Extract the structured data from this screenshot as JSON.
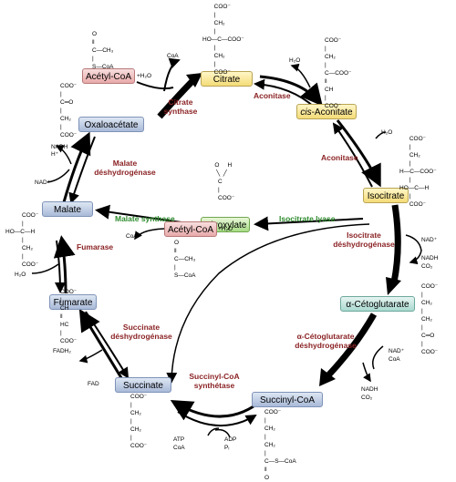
{
  "metabolites": {
    "citrate": "Citrate",
    "cis_aconitate_prefix": "cis",
    "cis_aconitate_suffix": "-Aconitate",
    "isocitrate": "Isocitrate",
    "alpha_ketoglutarate": "α-Cétoglutarate",
    "succinyl_coa": "Succinyl-CoA",
    "succinate": "Succinate",
    "fumarate": "Fumarate",
    "malate": "Malate",
    "oxaloacetate": "Oxaloacétate",
    "acetyl_coa_top": "Acétyl-CoA",
    "acetyl_coa_mid": "Acétyl-CoA",
    "glyoxylate": "Glyoxylate"
  },
  "enzymes": {
    "citrate_synthase": [
      "Citrate",
      "synthase"
    ],
    "aconitase_1": "Aconitase",
    "aconitase_2": "Aconitase",
    "isocitrate_dehydrogenase": [
      "Isocitrate",
      "déshydrogénase"
    ],
    "alpha_kg_dehydrogenase": [
      "α-Cétoglutarate",
      "déshydrogénase"
    ],
    "succinyl_coa_synthetase": [
      "Succinyl-CoA",
      "synthétase"
    ],
    "succinate_dehydrogenase": [
      "Succinate",
      "déshydrogénase"
    ],
    "fumarase": "Fumarase",
    "malate_dehydrogenase": [
      "Malate",
      "déshydrogénase"
    ],
    "isocitrate_lyase": "Isocitrate lyase",
    "malate_synthase": "Malate synthase"
  },
  "cofactors": {
    "h2o_acetyl_top": "+H₂O",
    "coa_top": "CoA",
    "h2o_aconitase_top": "H₂O",
    "h2o_aconitase_right": "H₂O",
    "nad_isocitrate": "NAD⁺",
    "nadh_isocitrate": "NADH",
    "co2_isocitrate": "CO₂",
    "nad_akg": "NAD⁺",
    "coa_akg": "CoA",
    "nadh_akg": "NADH",
    "co2_akg": "CO₂",
    "atp": "ATP",
    "coa_scs": "CoA",
    "adp": "ADP",
    "pi": "Pᵢ",
    "fadh2": "FADH₂",
    "fad": "FAD",
    "h2o_fumarase": "H₂O",
    "nadh_malate": "NADH",
    "h_malate": "H⁺",
    "nad_malate": "NAD⁺",
    "h2o_acetyl_mid": "+H₂O",
    "coa_mid": "CoA"
  },
  "structures": {
    "acetyl_coa_top": "     O\n     ‖\n     C—CH₃\n     |\n     S—CoA",
    "citrate": "       COO⁻\n       |\n       CH₂\n       |\nHO—C—COO⁻\n       |\n       CH₂\n       |\n       COO⁻",
    "cis_aconitate": "COO⁻\n|\nCH₂\n|\nC—COO⁻\n‖\nCH\n|\nCOO⁻",
    "isocitrate": "      COO⁻\n      |\n      CH₂\n      |\nH—C—COO⁻\n      |\nHO—C—H\n      |\n      COO⁻",
    "alpha_ketoglutarate": "COO⁻\n|\nCH₂\n|\nCH₂\n|\nC═O\n|\nCOO⁻",
    "succinyl_coa": "COO⁻\n|\nCH₂\n|\nCH₂\n|\nC—S—CoA\n‖\nO",
    "succinate": "COO⁻\n|\nCH₂\n|\nCH₂\n|\nCOO⁻",
    "fumarate": "COO⁻\n|\nCH\n‖\nHC\n|\nCOO⁻",
    "malate": "          COO⁻\n          |\nHO—C—H\n          |\n          CH₂\n          |\n          COO⁻",
    "oxaloacetate": "COO⁻\n|\nC═O\n|\nCH₂\n|\nCOO⁻",
    "glyoxylate": "   O     H\n    ╲  ╱\n     C\n     |\n     COO⁻",
    "acetyl_coa_mid": "     O\n     ‖\n     C—CH₃\n     |\n     S—CoA"
  },
  "colors": {
    "enzyme_text": "#8b2325",
    "enzyme_text_glyoxylate": "#2e8b2e",
    "arrow": "#000000"
  }
}
